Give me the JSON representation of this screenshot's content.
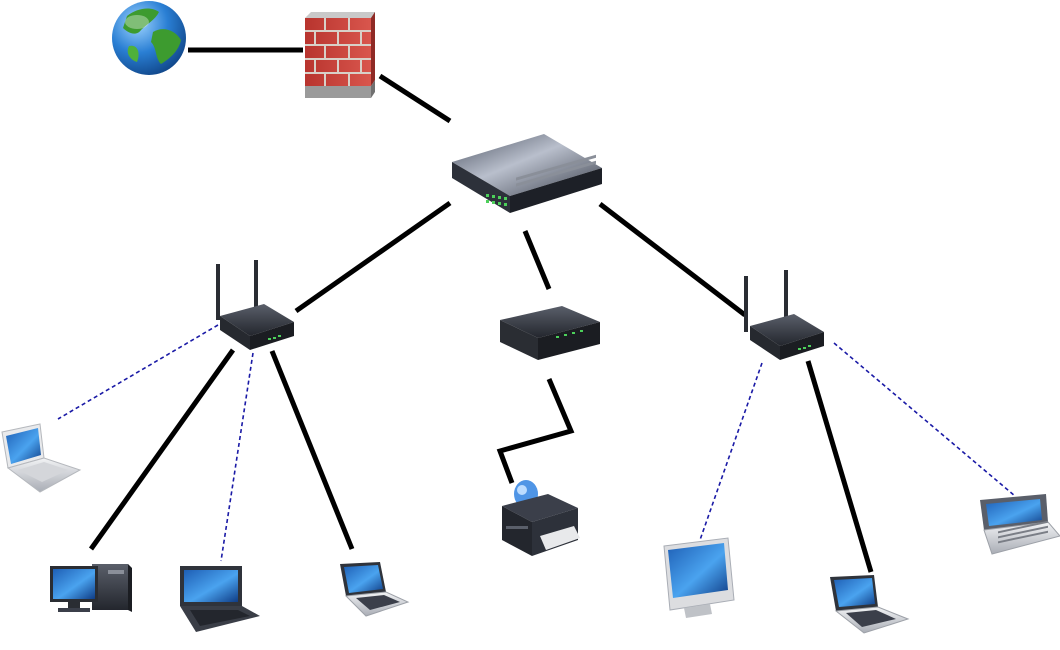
{
  "diagram": {
    "colors": {
      "wired_link": "#000000",
      "wireless_link": "#1a1aa6",
      "background": "#ffffff",
      "device_body": "#3b3f4a",
      "screen": "#2f7fd6",
      "firewall_brick": "#c0403a",
      "globe_ocean": "#1f6fc4",
      "globe_land": "#3d9b2f",
      "status_led": "#4cd05a"
    },
    "nodes": [
      {
        "id": "internet",
        "icon": "globe-icon"
      },
      {
        "id": "firewall",
        "icon": "brick-firewall-icon"
      },
      {
        "id": "core-switch",
        "icon": "network-switch-icon"
      },
      {
        "id": "router-left",
        "icon": "wireless-router-icon"
      },
      {
        "id": "print-server",
        "icon": "network-hub-icon"
      },
      {
        "id": "router-right",
        "icon": "wireless-router-icon"
      },
      {
        "id": "laptop-white",
        "icon": "laptop-icon"
      },
      {
        "id": "desktop-pc",
        "icon": "desktop-computer-icon"
      },
      {
        "id": "laptop-wide",
        "icon": "laptop-icon"
      },
      {
        "id": "netbook",
        "icon": "laptop-icon"
      },
      {
        "id": "printer",
        "icon": "printer-icon"
      },
      {
        "id": "imac",
        "icon": "monitor-icon"
      },
      {
        "id": "laptop-right",
        "icon": "laptop-icon"
      },
      {
        "id": "handheld",
        "icon": "handheld-device-icon"
      }
    ],
    "links": [
      {
        "from": "internet",
        "to": "firewall",
        "kind": "wired"
      },
      {
        "from": "firewall",
        "to": "core-switch",
        "kind": "wired"
      },
      {
        "from": "core-switch",
        "to": "router-left",
        "kind": "wired"
      },
      {
        "from": "core-switch",
        "to": "print-server",
        "kind": "wired"
      },
      {
        "from": "core-switch",
        "to": "router-right",
        "kind": "wired"
      },
      {
        "from": "print-server",
        "to": "printer",
        "kind": "wired"
      },
      {
        "from": "router-left",
        "to": "laptop-white",
        "kind": "wireless"
      },
      {
        "from": "router-left",
        "to": "desktop-pc",
        "kind": "wired"
      },
      {
        "from": "router-left",
        "to": "laptop-wide",
        "kind": "wireless"
      },
      {
        "from": "router-left",
        "to": "netbook",
        "kind": "wired"
      },
      {
        "from": "router-right",
        "to": "imac",
        "kind": "wireless"
      },
      {
        "from": "router-right",
        "to": "laptop-right",
        "kind": "wired"
      },
      {
        "from": "router-right",
        "to": "handheld",
        "kind": "wireless"
      }
    ]
  }
}
